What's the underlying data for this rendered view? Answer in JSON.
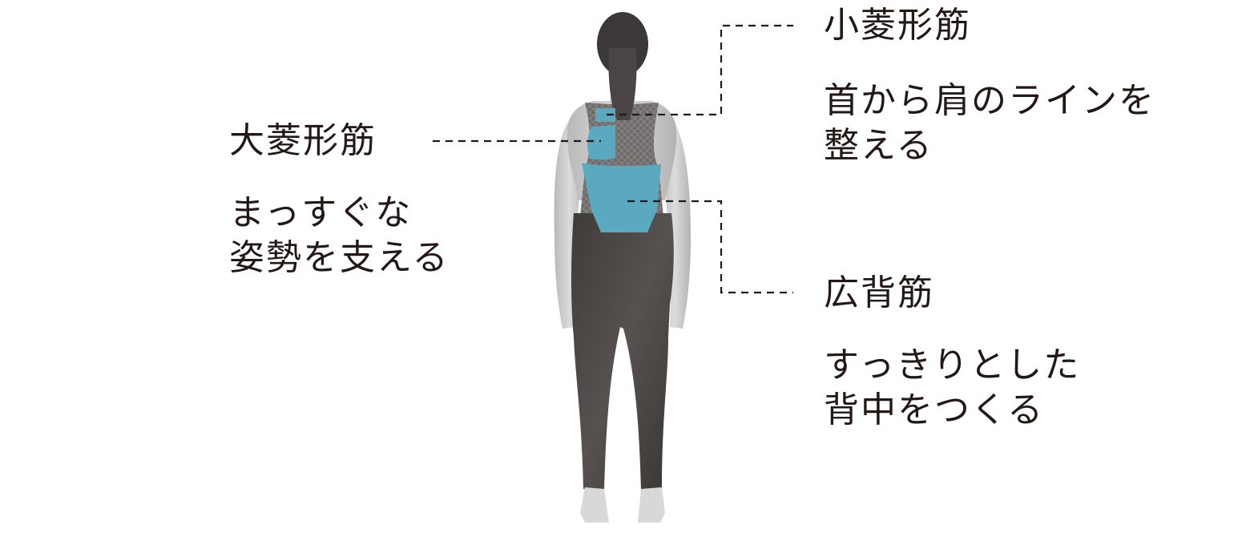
{
  "diagram": {
    "accent_color": "#5aa9bf",
    "line_color": "#231815",
    "labels": [
      {
        "id": "rhomboid-major",
        "name": "大菱形筋",
        "description_lines": [
          "まっすぐな",
          "姿勢を支える"
        ]
      },
      {
        "id": "rhomboid-minor",
        "name": "小菱形筋",
        "description_lines": [
          "首から肩のラインを",
          "整える"
        ]
      },
      {
        "id": "latissimus-dorsi",
        "name": "広背筋",
        "description_lines": [
          "すっきりとした",
          "背中をつくる"
        ]
      }
    ],
    "figure": {
      "description": "Woman standing, back view, highlighted back muscles"
    }
  }
}
